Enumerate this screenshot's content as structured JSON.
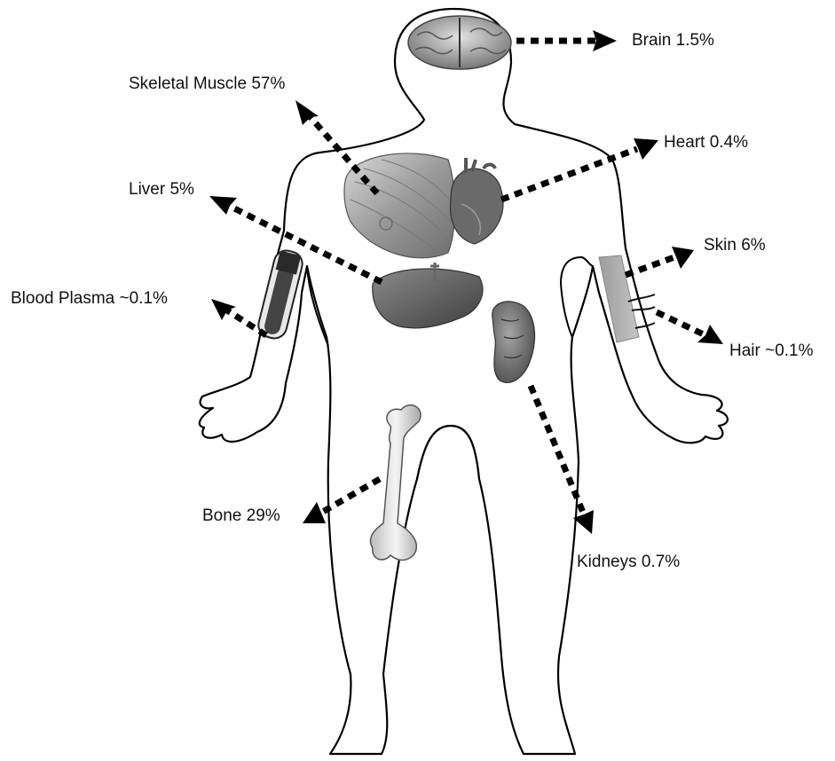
{
  "labels": {
    "brain": "Brain 1.5%",
    "skeletal_muscle": "Skeletal Muscle 57%",
    "heart": "Heart 0.4%",
    "liver": "Liver 5%",
    "skin": "Skin 6%",
    "blood_plasma": "Blood Plasma ~0.1%",
    "hair": "Hair ~0.1%",
    "bone": "Bone 29%",
    "kidneys": "Kidneys 0.7%"
  },
  "colors": {
    "outline": "#000000",
    "organ_dark": "#5a5a5a",
    "organ_mid": "#8c8c8c",
    "organ_light": "#c8c8c8"
  }
}
